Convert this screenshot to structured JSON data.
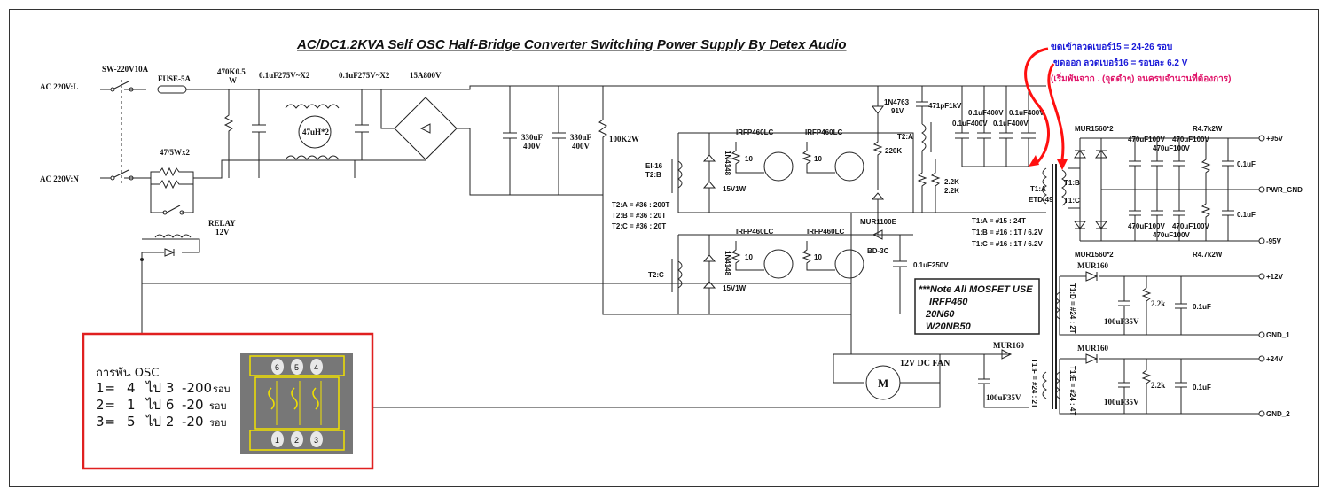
{
  "title": "AC/DC1.2KVA Self OSC Half-Bridge Converter Switching Power Supply By Detex Audio",
  "inputs": {
    "line": "AC 220V:L",
    "neutral": "AC 220V:N"
  },
  "labels": {
    "switch": "SW-220V10A",
    "fuse": "FUSE-5A",
    "varistor": "470K0.5",
    "varistor_w": "W",
    "cap_x2_a": "0.1uF275V~X2",
    "cap_x2_b": "0.1uF275V~X2",
    "choke": "47uH*2",
    "bridge": "15A800V",
    "ntc": "47/5Wx2",
    "relay": "RELAY",
    "relay_v": "12V",
    "bulk1": "330uF",
    "bulk1_v": "400V",
    "bulk2": "330uF",
    "bulk2_v": "400V",
    "bleeder": "100K2W",
    "ei16": "EI-16",
    "t2b": "T2:B",
    "t2c": "T2:C",
    "t2a": "T2:A",
    "mosfet": "IRFP460LC",
    "diode_1n4148": "1N4148",
    "zener": "15V1W",
    "r10": "10",
    "zener_91": "1N4763",
    "zener_91v": "91V",
    "r220k": "220K",
    "c471": "471pF1kV",
    "r22k": "2.2K",
    "mur1100": "MUR1100E",
    "diac": "BD-3C",
    "c250": "0.1uF250V",
    "c400": "0.1uF400V",
    "t1a_label": "T1:A",
    "etd": "ETD-49",
    "t1b": "T1:B",
    "t1c": "T1:C",
    "mur1560": "MUR1560*2",
    "c470": "470uF100V",
    "r47": "R4.7k2W",
    "c01": "0.1uF",
    "p95": "+95V",
    "pwr_gnd": "PWR_GND",
    "m95": "-95V",
    "mur160": "MUR160",
    "p12": "+12V",
    "p24": "+24V",
    "c100": "100uF35V",
    "r2k2": "2.2k",
    "gnd1": "GND_1",
    "gnd2": "GND_2",
    "fan": "12V DC FAN",
    "t1d": "T1:D = #24 : 2T",
    "t1e": "T1:E = #24 : 4T",
    "t1f": "T1:F = #24 : 2T",
    "motor": "M"
  },
  "t2_windings": [
    "T2:A = #36 : 200T",
    "T2:B = #36 : 20T",
    "T2:C = #36 : 20T"
  ],
  "t1_windings": [
    "T1:A = #15 : 24T",
    "T1:B = #16 : 1T / 6.2V",
    "T1:C = #16 : 1T / 6.2V"
  ],
  "mosfet_note": [
    "***Note All MOSFET USE",
    "IRFP460",
    "20N60",
    "W20NB50"
  ],
  "winding_notes": {
    "line1": "ขดเข้าลวดเบอร์15 = 24-26 รอบ",
    "line2": "ขดออก ลวดเบอร์16 = รอบละ 6.2 V",
    "line3": "(เริ่มพันจาก . (จุดดำๆ) จนครบจำนวนที่ต้องการ)"
  },
  "osc_box": {
    "heading": "การพัน OSC",
    "rows": [
      {
        "a": "1=",
        "b": "4",
        "c": "ไป 3",
        "d": "-200",
        "e": "รอบ"
      },
      {
        "a": "2=",
        "b": "1",
        "c": "ไป 6",
        "d": "-20",
        "e": "รอบ"
      },
      {
        "a": "3=",
        "b": "5",
        "c": "ไป 2",
        "d": "-20",
        "e": "รอบ"
      }
    ],
    "pins_top": [
      "6",
      "5",
      "4"
    ],
    "pins_bottom": [
      "1",
      "2",
      "3"
    ]
  },
  "colors": {
    "red_box": "#e02020",
    "arrow_red": "#ff1010",
    "note_blue": "#1a1ad8",
    "note_pink": "#e0156a",
    "core_gray": "#777777",
    "core_yellow": "#f0e000"
  }
}
